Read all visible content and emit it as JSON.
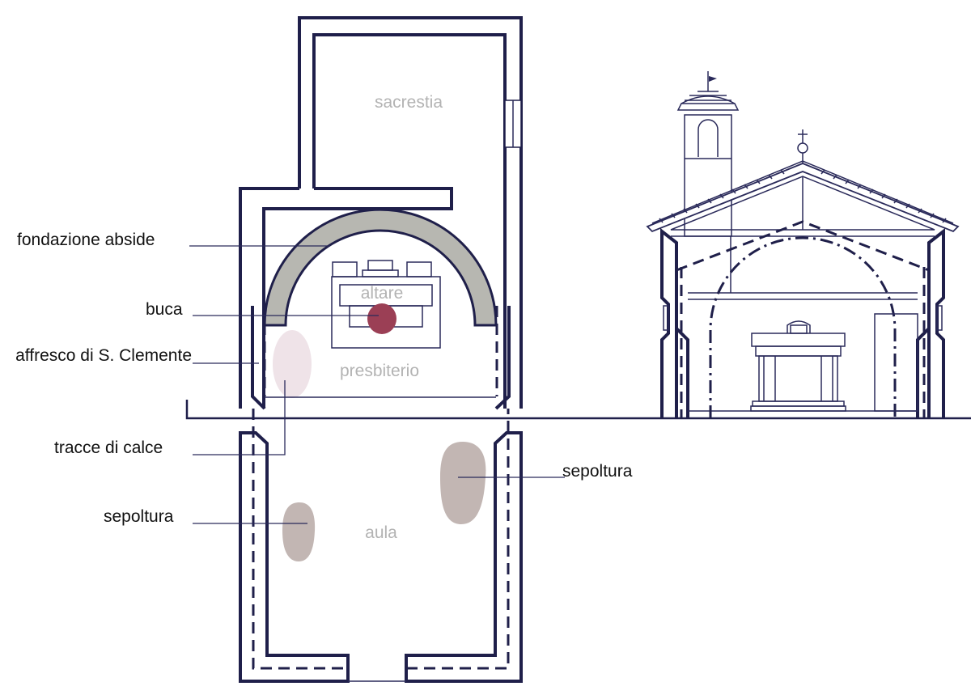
{
  "colors": {
    "wall": "#1f1f4a",
    "foundation_fill": "#b7b7b1",
    "hole": "#9b3f55",
    "fresco": "#efe3e8",
    "burial": "#c2b6b3",
    "room_label": "#b3b3b3"
  },
  "rooms": {
    "sacrestia": "sacrestia",
    "altare": "altare",
    "presbiterio": "presbiterio",
    "aula": "aula"
  },
  "labels": {
    "fondazione_abside": "fondazione abside",
    "buca": "buca",
    "affresco": "affresco di S. Clemente",
    "tracce_calce": "tracce di calce",
    "sepoltura_right": "sepoltura",
    "sepoltura_left": "sepoltura"
  },
  "icons": [
    "cross-icon",
    "weather-vane-icon"
  ]
}
